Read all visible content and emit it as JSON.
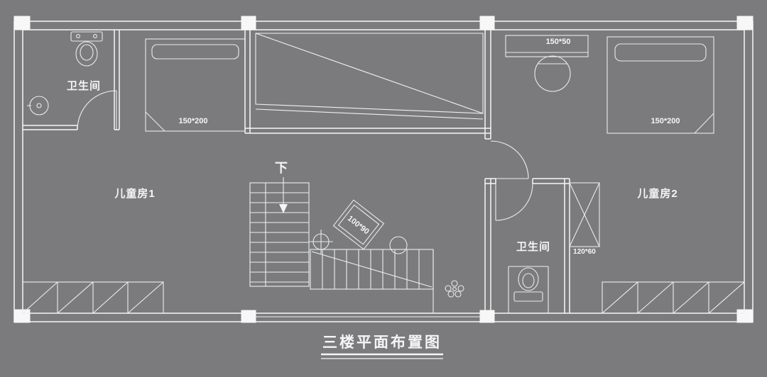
{
  "title": "三楼平面布置图",
  "colors": {
    "background": "#7b7b7d",
    "line": "#f7f7f8",
    "text": "#f5f5f5"
  },
  "rooms": {
    "kids_room_1": "儿童房1",
    "kids_room_2": "儿童房2",
    "bathroom_left": "卫生间",
    "bathroom_right": "卫生间"
  },
  "stairs": {
    "direction_label": "下"
  },
  "dimensions": {
    "bed_left": "150*200",
    "bed_right": "150*200",
    "desk": "150*50",
    "table": "100*90",
    "cabinet": "120*60"
  }
}
